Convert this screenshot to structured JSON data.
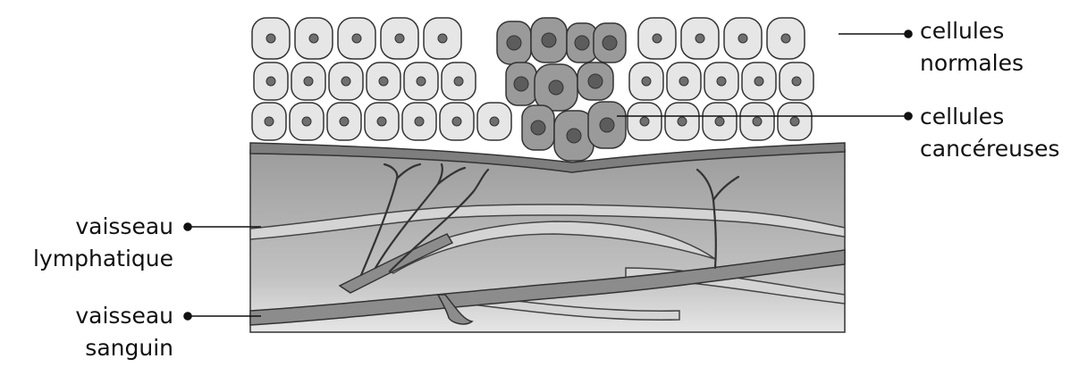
{
  "labels": {
    "normal_cells": {
      "line1": "cellules",
      "line2": "normales"
    },
    "cancer_cells": {
      "line1": "cellules",
      "line2": "cancéreuses"
    },
    "lymph_vessel": {
      "line1": "vaisseau",
      "line2": "lymphatique"
    },
    "blood_vessel": {
      "line1": "vaisseau",
      "line2": "sanguin"
    }
  },
  "colors": {
    "normal_cell_fill": "#e6e6e6",
    "normal_nucleus": "#6f6f6f",
    "cancer_cell_fill": "#9a9a9a",
    "cancer_nucleus": "#5c5c5c",
    "tissue_fill": "#a8a8a8",
    "lymph_vessel_fill": "#d2d2d2",
    "blood_vessel_fill": "#8a8a8a",
    "membrane_fill": "#8c8c8c",
    "outline": "#333333"
  }
}
